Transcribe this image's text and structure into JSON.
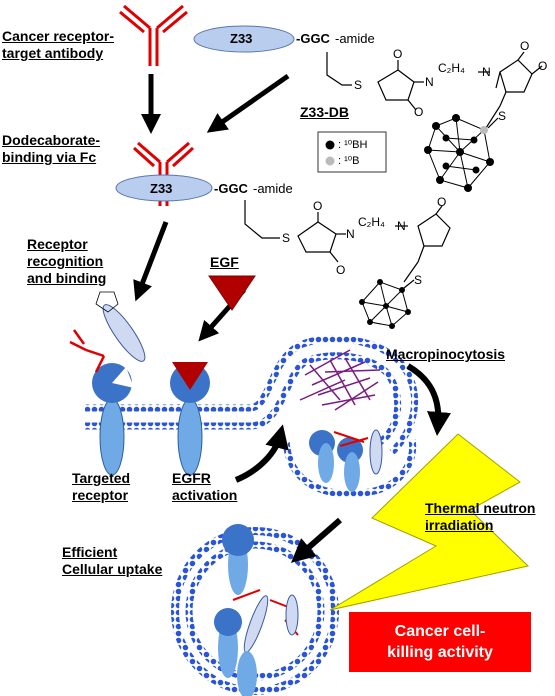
{
  "labels": {
    "antibody": [
      "Cancer receptor-",
      "target antibody"
    ],
    "dodecaborate": [
      "Dodecaborate-",
      "binding via Fc"
    ],
    "receptor_recognition": [
      "Receptor",
      "recognition",
      "and binding"
    ],
    "egf": "EGF",
    "macropinocytosis": "Macropinocytosis",
    "targeted_receptor": [
      "Targeted",
      "receptor"
    ],
    "egfr_activation": [
      "EGFR",
      "activation"
    ],
    "thermal_neutron": [
      "Thermal neutron",
      "irradiation"
    ],
    "efficient_uptake": [
      "Efficient",
      "Cellular uptake"
    ],
    "cancer_killing": [
      "Cancer cell-",
      "killing activity"
    ],
    "z33db": "Z33-DB"
  },
  "chem": {
    "z33": "Z33",
    "ggc": "-GGC",
    "amide": "-amide",
    "s": "S",
    "n": "N",
    "o": "O",
    "c2h4": "C₂H₄",
    "legend_bh": ": ¹⁰BH",
    "legend_b": ": ¹⁰B"
  },
  "colors": {
    "antibody": "#e00000",
    "z33": "#b9cdef",
    "membrane": "#2a55d4",
    "receptor": "#3b73c9",
    "egf": "#b00000",
    "actin": "#7a1b82",
    "lightning": "#ffff00",
    "cancer_box": "#ff0000"
  },
  "icons": [
    "antibody-icon",
    "z33-ellipse-icon",
    "dodecaborate-cage-icon",
    "egf-triangle-icon",
    "egfr-receptor-icon",
    "lightning-icon",
    "vesicle-icon",
    "arrow-icon"
  ]
}
